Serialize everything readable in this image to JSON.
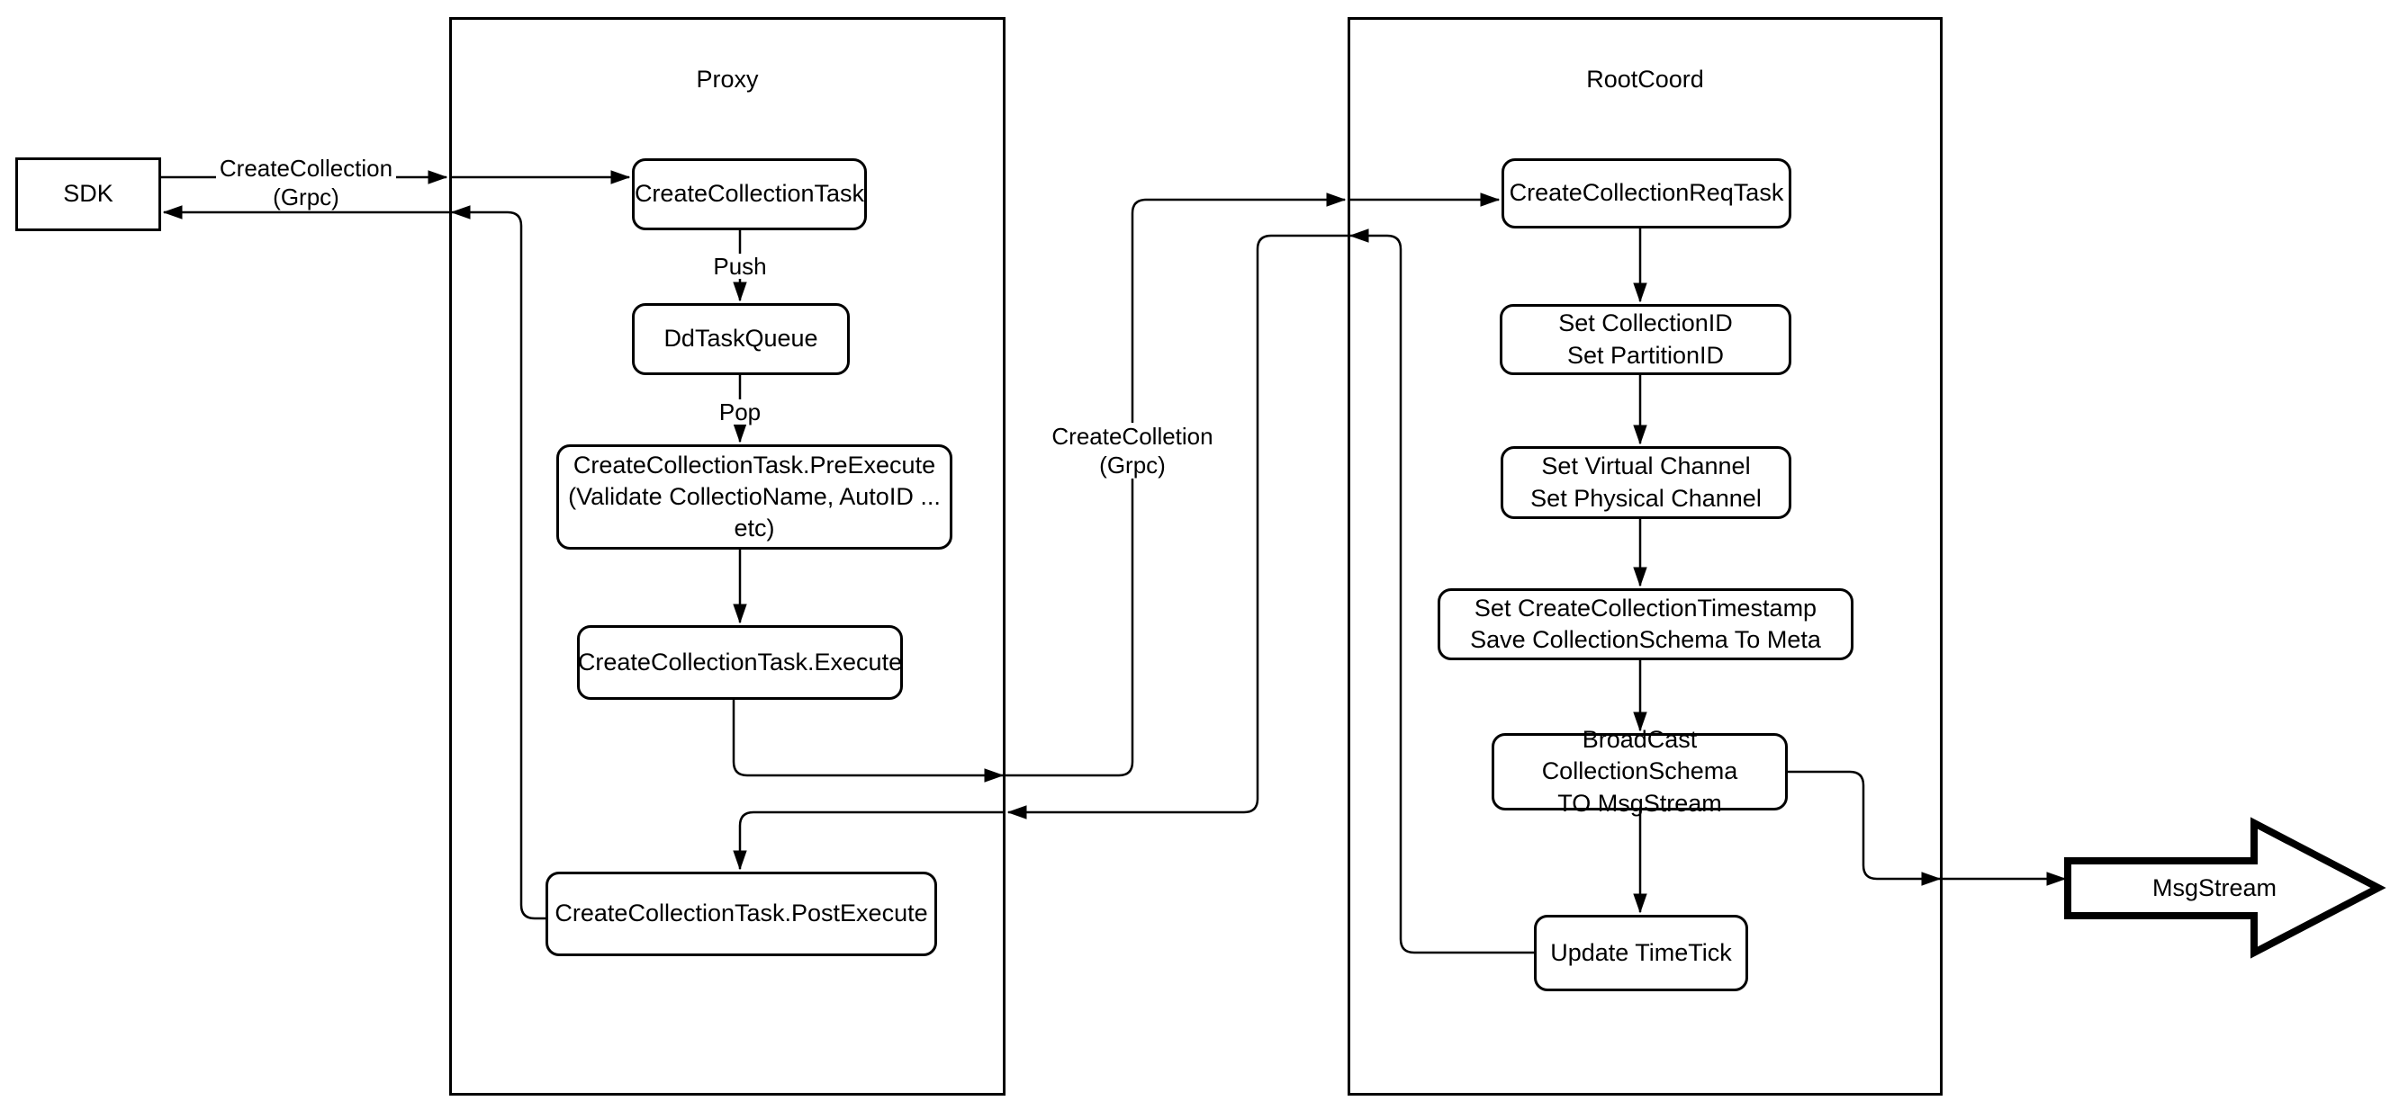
{
  "containers": {
    "proxy": {
      "title": "Proxy"
    },
    "rootcoord": {
      "title": "RootCoord"
    }
  },
  "nodes": {
    "sdk": {
      "label": "SDK"
    },
    "create_collection_task": {
      "label": "CreateCollectionTask"
    },
    "dd_task_queue": {
      "label": "DdTaskQueue"
    },
    "pre_execute": {
      "label": "CreateCollectionTask.PreExecute\n(Validate CollectioName, AutoID ... etc)"
    },
    "execute": {
      "label": "CreateCollectionTask.Execute"
    },
    "post_execute": {
      "label": "CreateCollectionTask.PostExecute"
    },
    "create_collection_req_task": {
      "label": "CreateCollectionReqTask"
    },
    "set_collection_id": {
      "label": "Set CollectionID\nSet PartitionID"
    },
    "set_channel": {
      "label": "Set Virtual Channel\nSet Physical Channel"
    },
    "set_timestamp": {
      "label": "Set CreateCollectionTimestamp\nSave CollectionSchema To Meta"
    },
    "broadcast": {
      "label": "BroadCast CollectionSchema\nTO MsgStream"
    },
    "update_timetick": {
      "label": "Update TimeTick"
    },
    "msgstream": {
      "label": "MsgStream"
    }
  },
  "edge_labels": {
    "sdk_request": "CreateCollection\n(Grpc)",
    "push": "Push",
    "pop": "Pop",
    "proxy_request": "CreateColletion\n(Grpc)"
  },
  "colors": {
    "stroke": "#000000",
    "background": "#ffffff"
  }
}
